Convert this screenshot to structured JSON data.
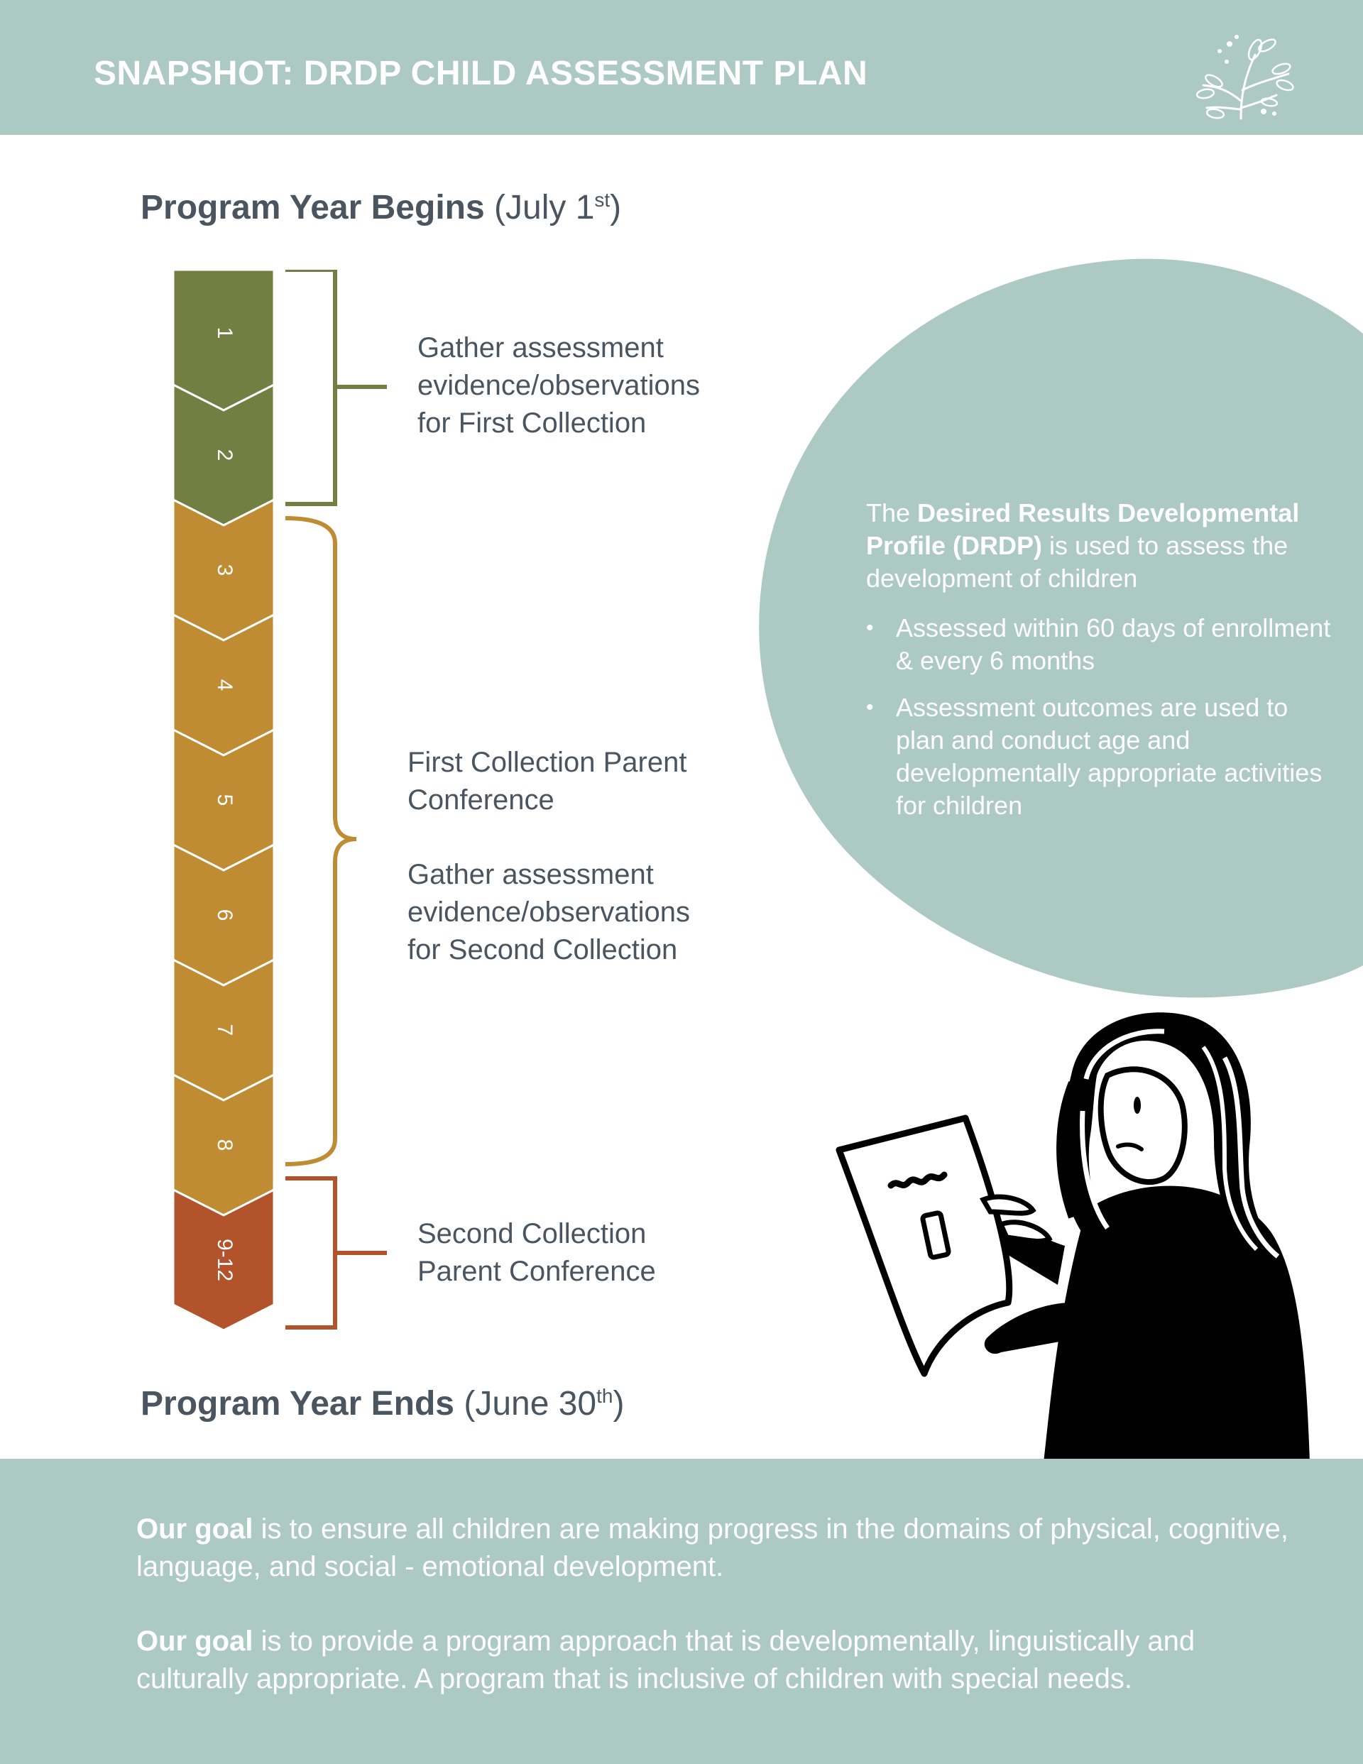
{
  "header": {
    "title": "SNAPSHOT: DRDP CHILD ASSESSMENT PLAN",
    "logo_icon": "floral-sprig-icon"
  },
  "program_year": {
    "begins_label": "Program Year Begins",
    "begins_date": "(July 1",
    "begins_sup": "st",
    "begins_close": ")",
    "ends_label": "Program Year Ends",
    "ends_date": "(June 30",
    "ends_sup": "th",
    "ends_close": ")"
  },
  "timeline": {
    "months": [
      "1",
      "2",
      "3",
      "4",
      "5",
      "6",
      "7",
      "8",
      "9-12"
    ],
    "colors": {
      "green": "#737e43",
      "gold": "#c08c33",
      "rust": "#b2532c"
    }
  },
  "phases": {
    "first_gather": [
      "Gather assessment",
      "evidence/observations",
      "for First Collection"
    ],
    "first_conference": [
      "First Collection Parent",
      "Conference"
    ],
    "second_gather": [
      "Gather assessment",
      "evidence/observations",
      "for Second Collection"
    ],
    "second_conference": [
      "Second Collection",
      "Parent Conference"
    ]
  },
  "drdp_info": {
    "intro_pre": "The ",
    "intro_bold": "Desired Results Developmental Profile (DRDP)",
    "intro_post": " is used to assess the development of children",
    "bullets": [
      "Assessed within 60 days of enrollment & every 6 months",
      "Assessment outcomes are used to plan and conduct age and developmentally appropriate activities for children"
    ]
  },
  "goals": {
    "goal_label": "Our goal",
    "goal_1": " is to ensure all children are making progress in the domains of physical, cognitive, language, and social - emotional development.",
    "goal_2": " is to provide a program approach that is developmentally, linguistically and culturally appropriate. A program that is inclusive of children with special needs."
  },
  "colors": {
    "teal": "#adc9c4",
    "text": "#4a5560"
  }
}
